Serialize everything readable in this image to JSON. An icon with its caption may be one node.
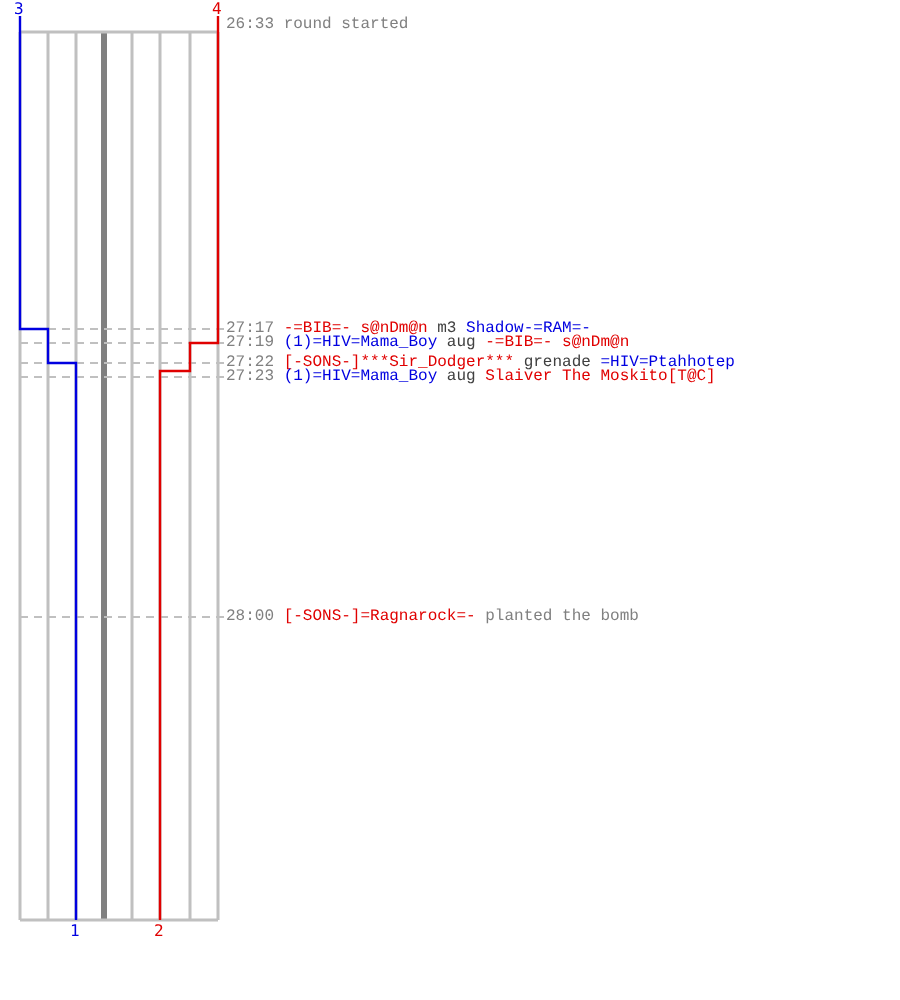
{
  "diagram": {
    "labels": [
      "3",
      "4",
      "26:33",
      "round started",
      "27:17",
      "-=BIB=- s@nDm@n",
      "m3",
      "Shadow-=RAM=-",
      "27:19",
      "(1)=HIV=Mama_Boy",
      "aug",
      "-=BIB=- s@nDm@n",
      "27:22",
      "[-SONS-]***Sir_Dodger***",
      "grenade",
      "=HIV=Ptahhotep",
      "27:23",
      "(1)=HIV=Mama_Boy",
      "aug",
      "Slaiver The Moskito[T@C]",
      "28:00",
      "[-SONS-]=Ragnarock=-",
      "planted the bomb",
      "1",
      "2"
    ]
  }
}
